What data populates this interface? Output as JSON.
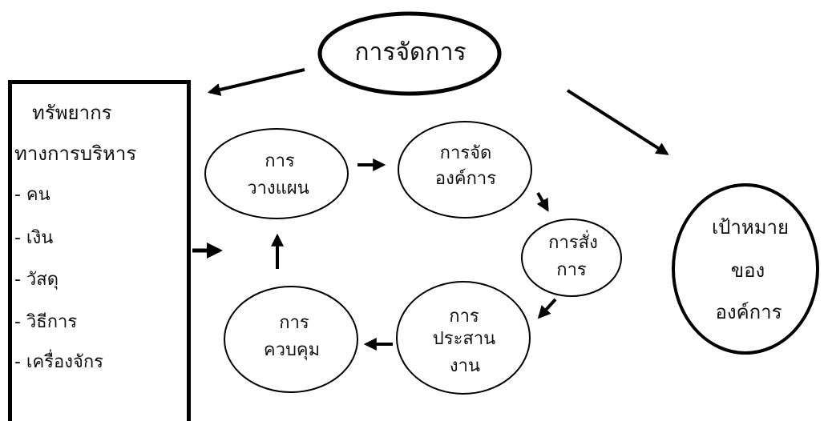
{
  "resources": {
    "title_line1": "ทรัพยากร",
    "title_line2": "ทางการบริหาร",
    "items": [
      "- คน",
      "- เงิน",
      "- วัสดุ",
      "- วิธีการ",
      "- เครื่องจักร"
    ]
  },
  "management": "การจัดการ",
  "process": {
    "planning": [
      "การ",
      "วางแผน"
    ],
    "organizing": [
      "การจัด",
      "องค์การ"
    ],
    "directing": [
      "การสั่ง",
      "การ"
    ],
    "coordinating": [
      "การ",
      "ประสาน",
      "งาน"
    ],
    "controlling": [
      "การ",
      "ควบคุม"
    ]
  },
  "goal": [
    "เป้าหมาย",
    "ของ",
    "องค์การ"
  ]
}
